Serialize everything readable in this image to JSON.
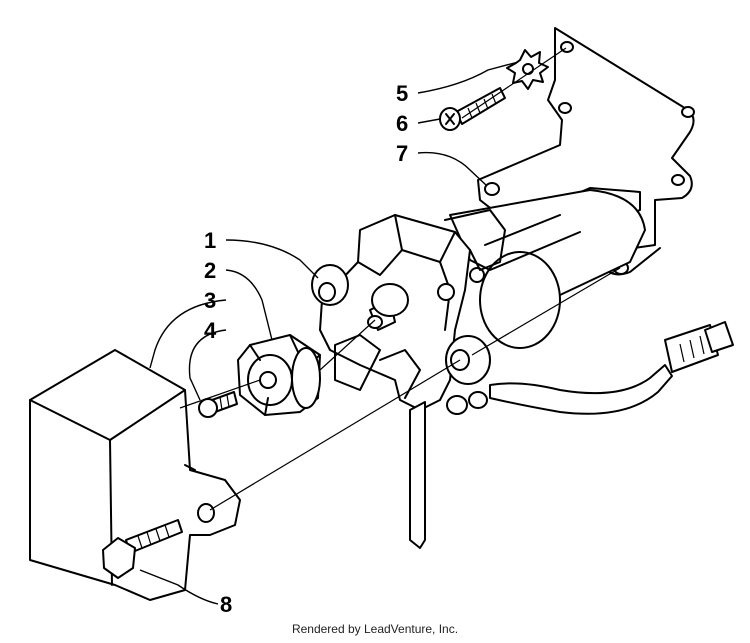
{
  "callouts": [
    {
      "id": "1",
      "text": "1"
    },
    {
      "id": "2",
      "text": "2"
    },
    {
      "id": "3",
      "text": "3"
    },
    {
      "id": "4",
      "text": "4"
    },
    {
      "id": "5",
      "text": "5"
    },
    {
      "id": "6",
      "text": "6"
    },
    {
      "id": "7",
      "text": "7"
    },
    {
      "id": "8",
      "text": "8"
    }
  ],
  "footer": {
    "text": "Rendered by LeadVenture, Inc."
  }
}
